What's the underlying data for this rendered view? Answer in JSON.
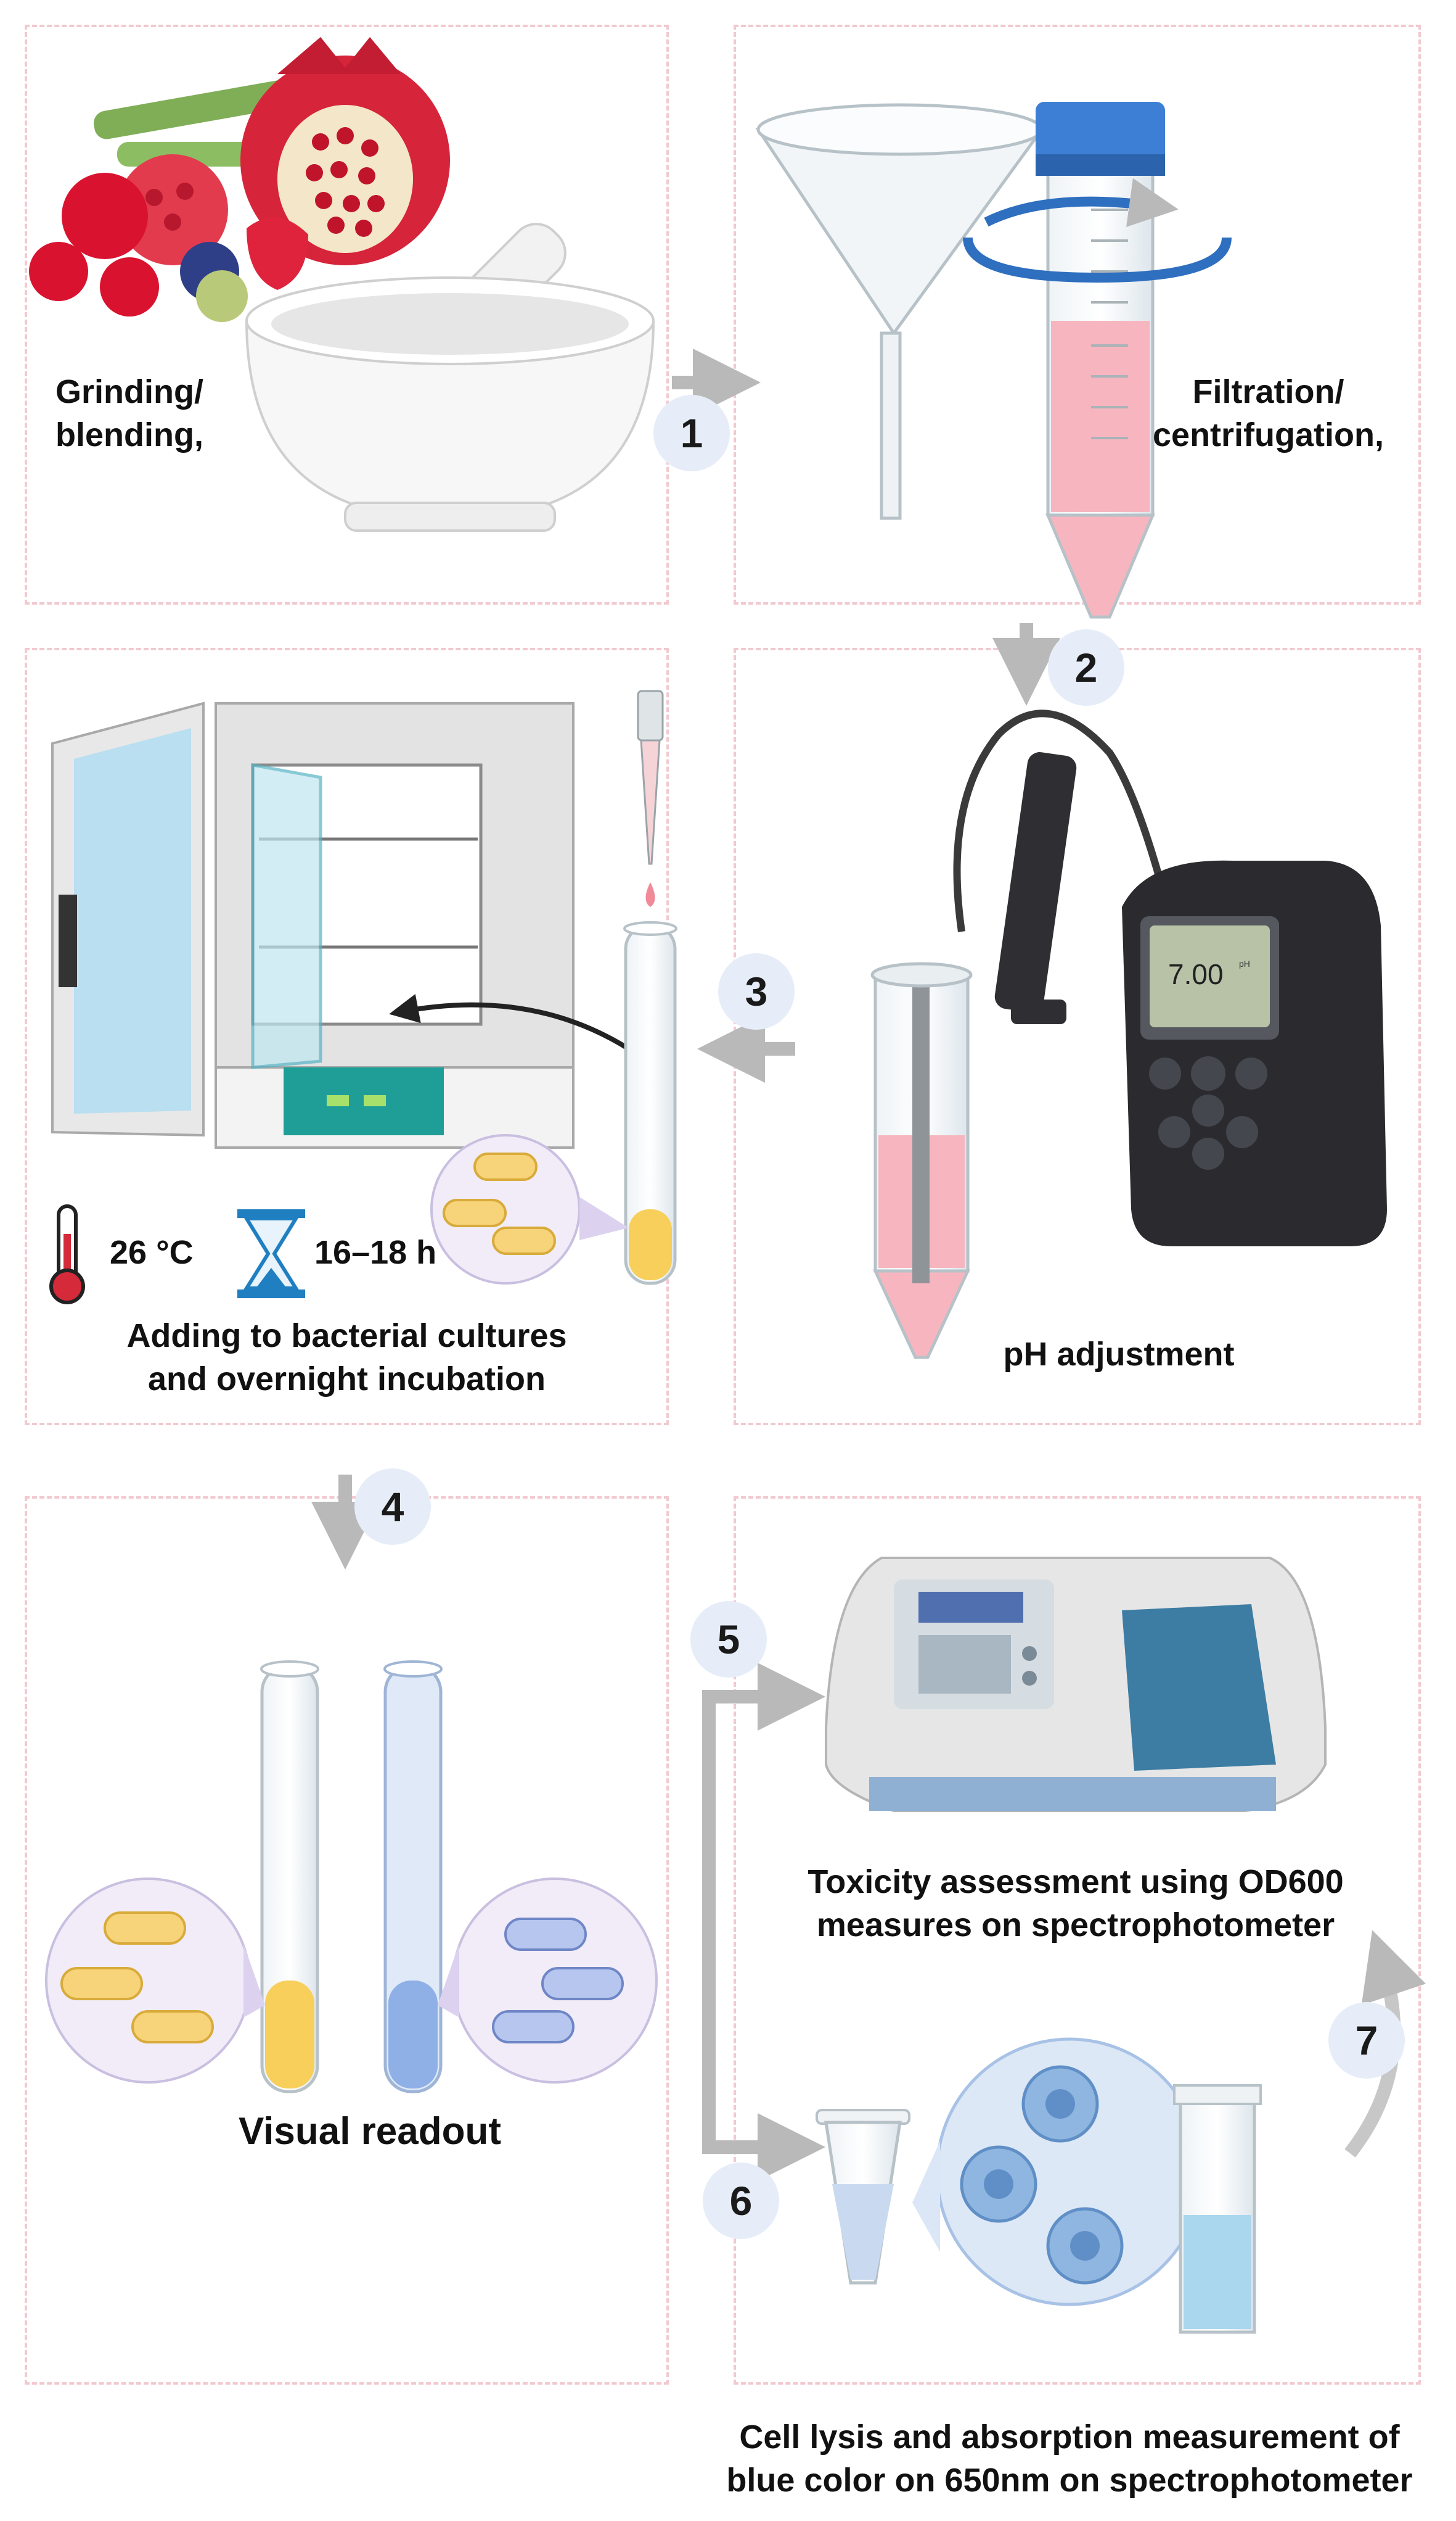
{
  "steps": {
    "s1": {
      "number": "1",
      "left_label": [
        "Grinding/",
        "blending,"
      ],
      "right_label": [
        "Filtration/",
        "centrifugation,"
      ]
    },
    "s2": {
      "number": "2",
      "label": "pH adjustment",
      "meter_reading": "7.00",
      "meter_unit": "pH"
    },
    "s3": {
      "number": "3",
      "temperature": "26 °C",
      "duration": "16–18 h",
      "label": [
        "Adding to bacterial cultures",
        "and overnight incubation"
      ]
    },
    "s4": {
      "number": "4",
      "label": "Visual readout"
    },
    "s5": {
      "number": "5",
      "label": [
        "Toxicity assessment using OD600",
        "measures on spectrophotometer"
      ]
    },
    "s6": {
      "number": "6",
      "label": [
        "Cell lysis and absorption measurement of",
        "blue color on 650nm on spectrophotometer"
      ]
    },
    "s7": {
      "number": "7"
    }
  },
  "colors": {
    "panel_border": "#f1c9cf",
    "badge": "#e6edf8",
    "pink_liquid": "#f4b6bd",
    "yellow_culture": "#f7cf5a",
    "blue_culture": "#8fb0e6",
    "incubator_teal": "#1f9e98",
    "meter_dark": "#2b2b2f",
    "spectro_blue": "#3d7ca3"
  }
}
